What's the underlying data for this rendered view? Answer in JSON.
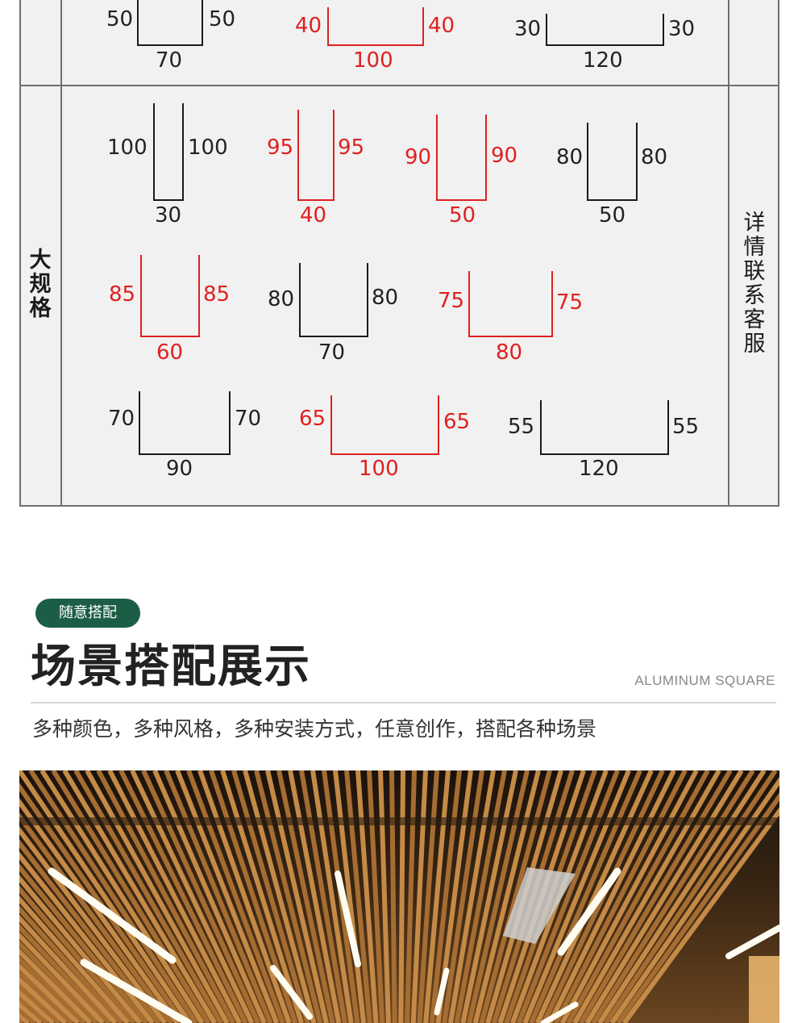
{
  "table": {
    "row_label": "大规格",
    "contact_label": "详情联系客服",
    "top_row": [
      {
        "left": "50",
        "right": "50",
        "bottom": "70",
        "color": "black"
      },
      {
        "left": "40",
        "right": "40",
        "bottom": "100",
        "color": "red"
      },
      {
        "left": "30",
        "right": "30",
        "bottom": "120",
        "color": "black"
      }
    ],
    "row1": [
      {
        "left": "100",
        "right": "100",
        "bottom": "30",
        "color": "black"
      },
      {
        "left": "95",
        "right": "95",
        "bottom": "40",
        "color": "red"
      },
      {
        "left": "90",
        "right": "90",
        "bottom": "50",
        "color": "red"
      },
      {
        "left": "80",
        "right": "80",
        "bottom": "50",
        "color": "black"
      }
    ],
    "row2": [
      {
        "left": "85",
        "right": "85",
        "bottom": "60",
        "color": "red"
      },
      {
        "left": "80",
        "right": "80",
        "bottom": "70",
        "color": "black"
      },
      {
        "left": "75",
        "right": "75",
        "bottom": "80",
        "color": "red"
      }
    ],
    "row3": [
      {
        "left": "70",
        "right": "70",
        "bottom": "90",
        "color": "black"
      },
      {
        "left": "65",
        "right": "65",
        "bottom": "100",
        "color": "red"
      },
      {
        "left": "55",
        "right": "55",
        "bottom": "120",
        "color": "black"
      }
    ]
  },
  "section": {
    "tag": "随意搭配",
    "title": "场景搭配展示",
    "subtitle_en": "ALUMINUM SQUARE",
    "description": "多种颜色，多种风格，多种安装方式，任意创作，搭配各种场景"
  },
  "colors": {
    "accent_green": "#1c5e45",
    "spec_red": "#e02020",
    "spec_black": "#1a1a1a",
    "table_bg": "#f1f1f1"
  }
}
